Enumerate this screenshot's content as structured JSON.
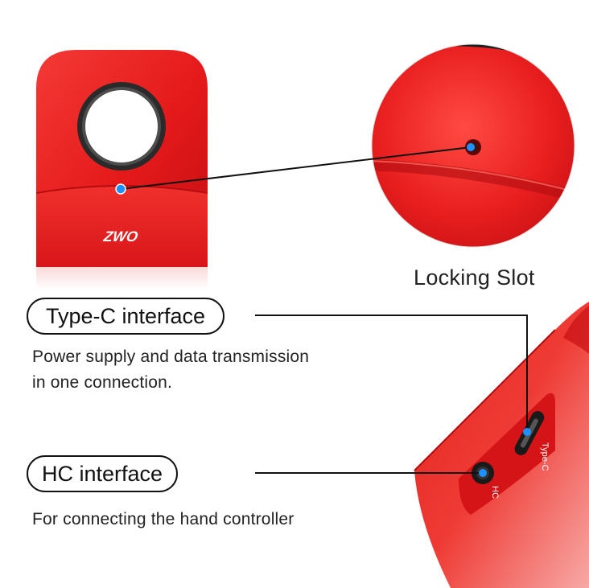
{
  "brand": {
    "logo_text": "ZWO",
    "accent": "#e8141b",
    "pointer_dot": "#1e90ff"
  },
  "callouts": {
    "locking_slot": {
      "label": "Locking Slot"
    },
    "type_c": {
      "label": "Type-C interface",
      "description": [
        "Power supply and data transmission",
        "in one connection."
      ],
      "port_print": "Type-C"
    },
    "hc": {
      "label": "HC interface",
      "description": [
        "For connecting the hand controller"
      ],
      "port_print": "HC"
    }
  }
}
